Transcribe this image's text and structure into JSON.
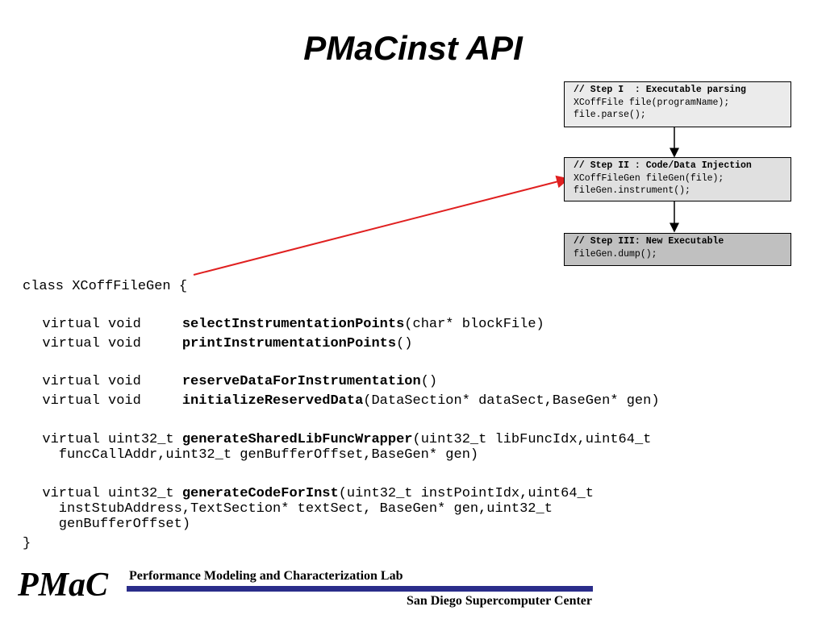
{
  "slide": {
    "title": "PMaCinst API"
  },
  "steps": [
    {
      "header": "// Step I  : Executable parsing",
      "lines": [
        "XCoffFile file(programName);",
        "file.parse();"
      ],
      "bg": "#ebebeb"
    },
    {
      "header": "// Step II : Code/Data Injection",
      "lines": [
        "XCoffFileGen fileGen(file);",
        "fileGen.instrument();"
      ],
      "bg": "#e0e0e0"
    },
    {
      "header": "// Step III: New Executable",
      "lines": [
        "fileGen.dump();"
      ],
      "bg": "#c0c0c0"
    }
  ],
  "code": {
    "class_open": "class XCoffFileGen {",
    "m1": {
      "prefix": "  virtual void     ",
      "name": "selectInstrumentationPoints",
      "args": "(char* blockFile)"
    },
    "m2": {
      "prefix": "  virtual void     ",
      "name": "printInstrumentationPoints",
      "args": "()"
    },
    "m3": {
      "prefix": "  virtual void     ",
      "name": "reserveDataForInstrumentation",
      "args": "()"
    },
    "m4": {
      "prefix": "  virtual void     ",
      "name": "initializeReservedData",
      "args": "(DataSection* dataSect,BaseGen* gen)"
    },
    "m5": {
      "prefix": "  virtual uint32_t ",
      "name": "generateSharedLibFuncWrapper",
      "args": "(uint32_t libFuncIdx,uint64_t",
      "cont1": "    funcCallAddr,uint32_t genBufferOffset,BaseGen* gen)"
    },
    "m6": {
      "prefix": "  virtual uint32_t ",
      "name": "generateCodeForInst",
      "args": "(uint32_t instPointIdx,uint64_t",
      "cont1": "    instStubAddress,TextSection* textSect, BaseGen* gen,uint32_t",
      "cont2": "    genBufferOffset)"
    },
    "class_close": "}"
  },
  "footer": {
    "logo": "PMaC",
    "lab": "Performance Modeling and Characterization Lab",
    "center": "San Diego Supercomputer Center",
    "bar_color": "#2a2d8a"
  },
  "colors": {
    "pointer_line": "#e02020"
  }
}
